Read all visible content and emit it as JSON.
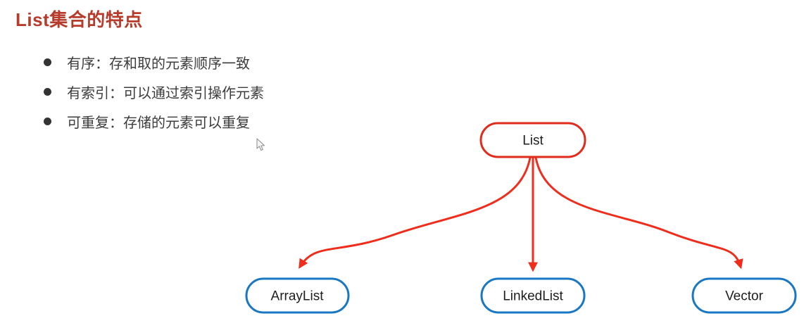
{
  "title": {
    "text": "List集合的特点",
    "color": "#b63b2b"
  },
  "bullets": [
    "有序：存和取的元素顺序一致",
    "有索引：可以通过索引操作元素",
    "可重复：存储的元素可以重复"
  ],
  "diagram": {
    "root": {
      "label": "List",
      "border_color": "#e02b1d"
    },
    "children": [
      {
        "label": "ArrayList",
        "border_color": "#1a77c3"
      },
      {
        "label": "LinkedList",
        "border_color": "#1a77c3"
      },
      {
        "label": "Vector",
        "border_color": "#1a77c3"
      }
    ],
    "arrow_color": "#ee2d1c"
  },
  "icons": {
    "cursor": "mouse-pointer"
  }
}
